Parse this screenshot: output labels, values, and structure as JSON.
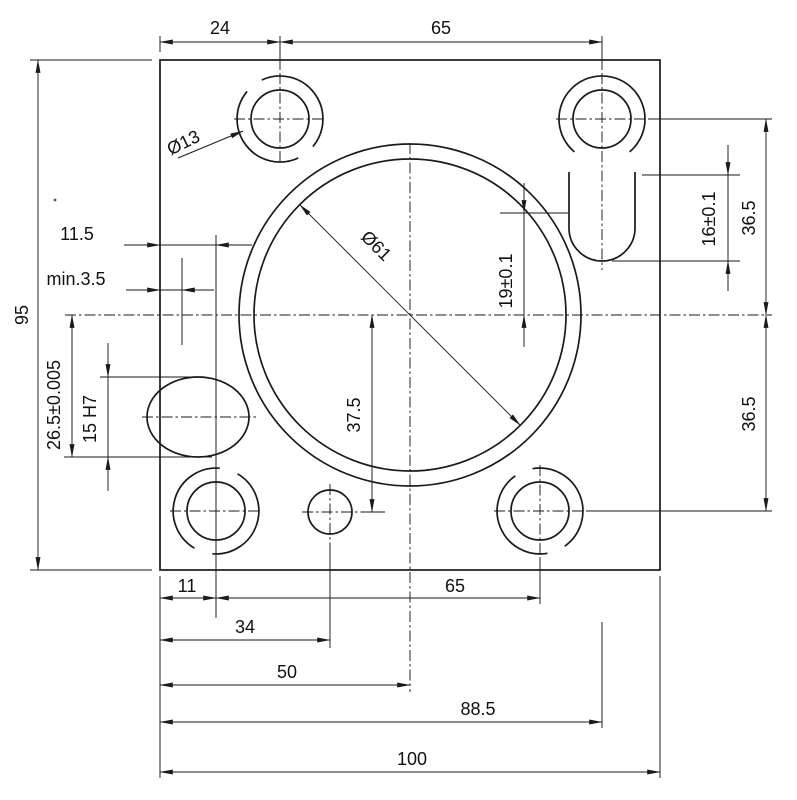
{
  "drawing": {
    "labels": {
      "top_24": "24",
      "top_65": "65",
      "left_95": "95",
      "offset_11_5": "11.5",
      "min_3_5": "min.3.5",
      "slot_26_5": "26.5±0.005",
      "slot_15_h7": "15 H7",
      "dia_13": "Ø13",
      "dia_61": "Ø61",
      "dim_19": "19±0.1",
      "dim_16": "16±0.1",
      "right_36_5_upper": "36.5",
      "right_36_5_lower": "36.5",
      "dim_37_5": "37.5",
      "bottom_11": "11",
      "bottom_65": "65",
      "bottom_34": "34",
      "bottom_50": "50",
      "bottom_88_5": "88.5",
      "bottom_100": "100"
    },
    "colors": {
      "line": "#1a1a1a",
      "background": "#ffffff"
    }
  }
}
